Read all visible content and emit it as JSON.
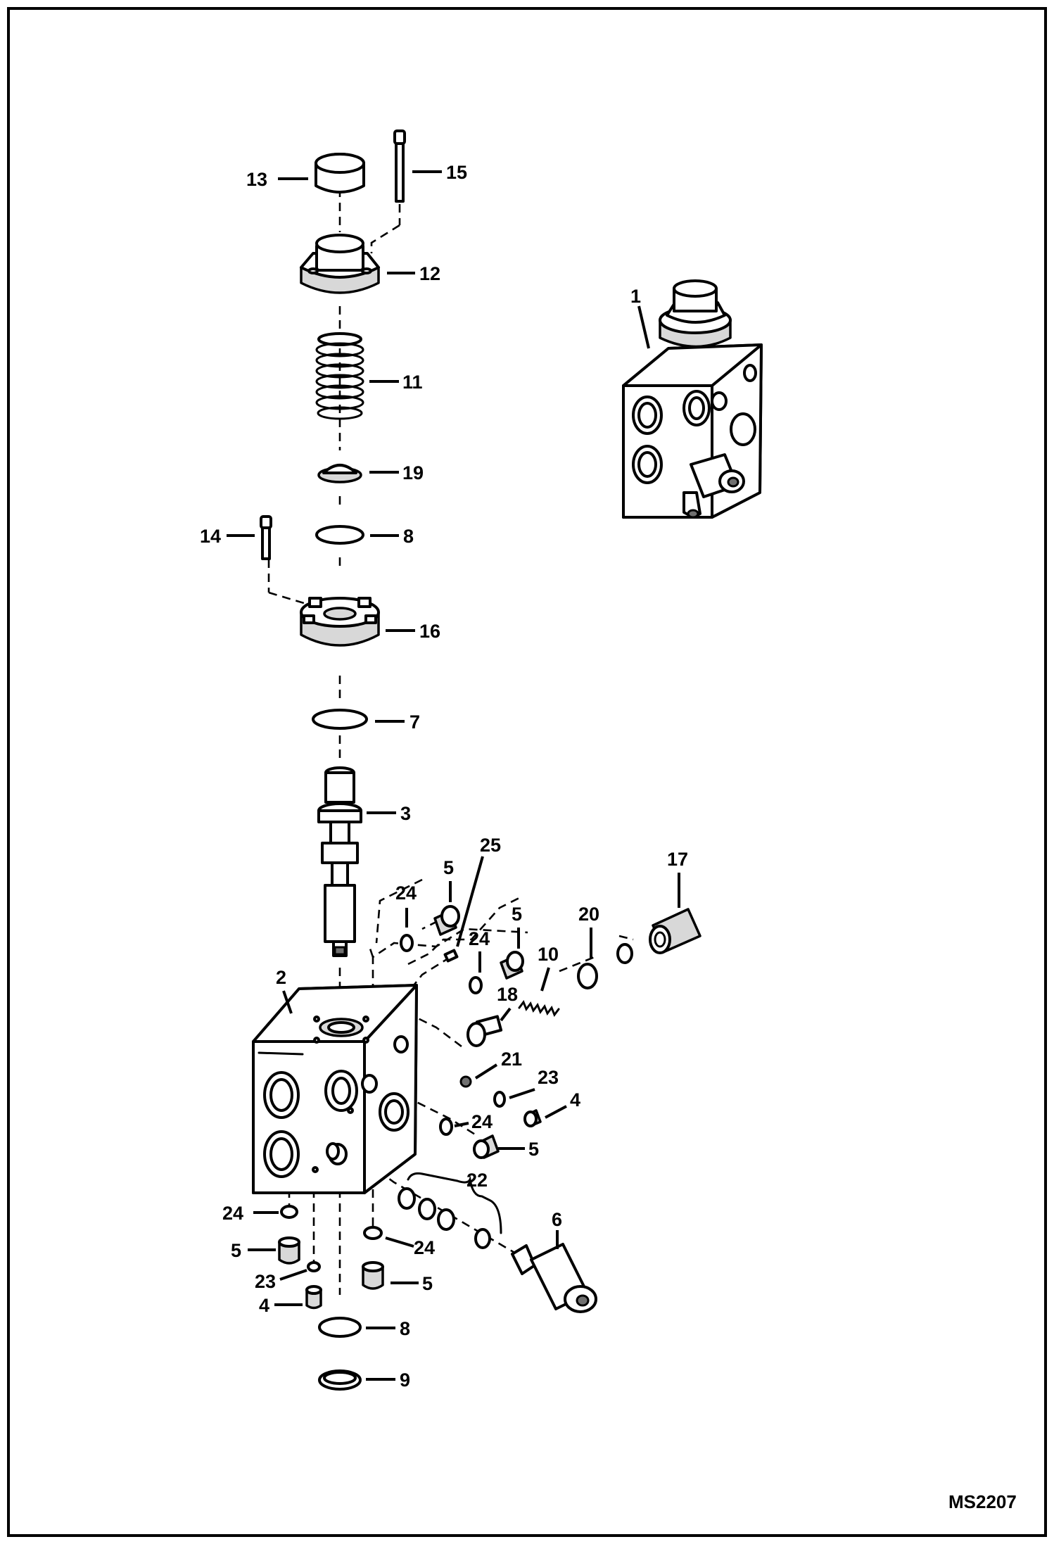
{
  "figure": {
    "code": "MS2207",
    "callouts": [
      {
        "id": "c1",
        "text": "1"
      },
      {
        "id": "c2",
        "text": "2"
      },
      {
        "id": "c3",
        "text": "3"
      },
      {
        "id": "c4a",
        "text": "4"
      },
      {
        "id": "c4b",
        "text": "4"
      },
      {
        "id": "c5a",
        "text": "5"
      },
      {
        "id": "c5b",
        "text": "5"
      },
      {
        "id": "c5c",
        "text": "5"
      },
      {
        "id": "c5d",
        "text": "5"
      },
      {
        "id": "c5e",
        "text": "5"
      },
      {
        "id": "c6",
        "text": "6"
      },
      {
        "id": "c7",
        "text": "7"
      },
      {
        "id": "c8a",
        "text": "8"
      },
      {
        "id": "c8b",
        "text": "8"
      },
      {
        "id": "c9",
        "text": "9"
      },
      {
        "id": "c10",
        "text": "10"
      },
      {
        "id": "c11",
        "text": "11"
      },
      {
        "id": "c12",
        "text": "12"
      },
      {
        "id": "c13",
        "text": "13"
      },
      {
        "id": "c14",
        "text": "14"
      },
      {
        "id": "c15",
        "text": "15"
      },
      {
        "id": "c16",
        "text": "16"
      },
      {
        "id": "c17",
        "text": "17"
      },
      {
        "id": "c18",
        "text": "18"
      },
      {
        "id": "c19",
        "text": "19"
      },
      {
        "id": "c20",
        "text": "20"
      },
      {
        "id": "c21",
        "text": "21"
      },
      {
        "id": "c22",
        "text": "22"
      },
      {
        "id": "c23a",
        "text": "23"
      },
      {
        "id": "c23b",
        "text": "23"
      },
      {
        "id": "c24a",
        "text": "24"
      },
      {
        "id": "c24b",
        "text": "24"
      },
      {
        "id": "c24c",
        "text": "24"
      },
      {
        "id": "c24d",
        "text": "24"
      },
      {
        "id": "c25",
        "text": "25"
      }
    ]
  }
}
